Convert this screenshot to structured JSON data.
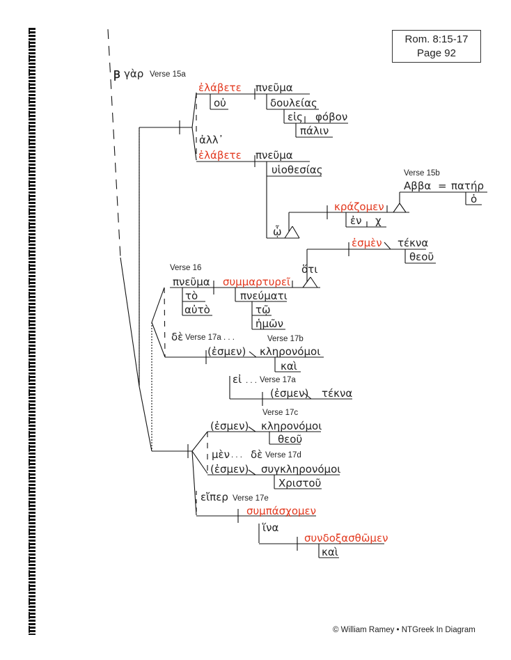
{
  "reference": {
    "passage": "Rom. 8:15-17",
    "page": "Page 92"
  },
  "footer": "© William Ramey • NTGreek In Diagram",
  "words": {
    "gar": "γὰρ",
    "elabete1": "ἐλάβετε",
    "pneuma1": "πνεῦμα",
    "ou": "οὐ",
    "douleias": "δουλείας",
    "eis": "εἰς",
    "phobon": "φόβον",
    "palin": "πάλιν",
    "all": "ἀλλ᾽",
    "elabete2": "ἐλάβετε",
    "pneuma2": "πνεῦμα",
    "huiothesias": "υἱοθεσίας",
    "abba": "Αββα",
    "equals": "=",
    "pater": "πατήρ",
    "ho": "ὁ",
    "krazomen": "κράζομεν",
    "en": "ἐν",
    "hw": "ᾧ",
    "chi": "χ",
    "esmen1": "ἐσμὲν",
    "tekna1": "τέκνα",
    "theou1": "θεοῦ",
    "hoti": "ὅτι",
    "pneuma3": "πνεῦμα",
    "symmartyrei": "συμμαρτυρεῖ",
    "to": "τὸ",
    "auto": "αὐτὸ",
    "pneumati": "πνεύματι",
    "tw": "τῷ",
    "hemon": "ἡμῶν",
    "de1": "δὲ",
    "esmen2": "(ἐσμεν)",
    "kleronomoi1": "κληρονόμοι",
    "kai1": "καὶ",
    "ei": "εἰ",
    "ellipsis1": ". . .",
    "esmen3": "(ἐσμεν)",
    "tekna2": "τέκνα",
    "esmen4": "(ἐσμεν)",
    "kleronomoi2": "κληρονόμοι",
    "theou2": "θεοῦ",
    "men": "μὲν",
    "ellipsis2": ". . .",
    "de2": "δὲ",
    "esmen5": "(ἐσμεν)",
    "synkleronomoi": "συγκληρονόμοι",
    "christou": "Χριστοῦ",
    "eiper": "εἴπερ",
    "sympaschomen": "συμπάσχομεν",
    "hina": "ἵνα",
    "syndoxasthomen": "συνδοξασθῶμεν",
    "kai2": "καὶ"
  },
  "verses": {
    "v15a": "Verse 15a",
    "v15b": "Verse 15b",
    "v16": "Verse 16",
    "v17a1": "Verse 17a . . .",
    "v17b": "Verse 17b",
    "v17a2": "Verse 17a",
    "v17c": "Verse 17c",
    "v17d": "Verse 17d",
    "v17e": "Verse 17e"
  },
  "colors": {
    "verb": "#e2381e",
    "text": "#222222",
    "line": "#111111"
  }
}
